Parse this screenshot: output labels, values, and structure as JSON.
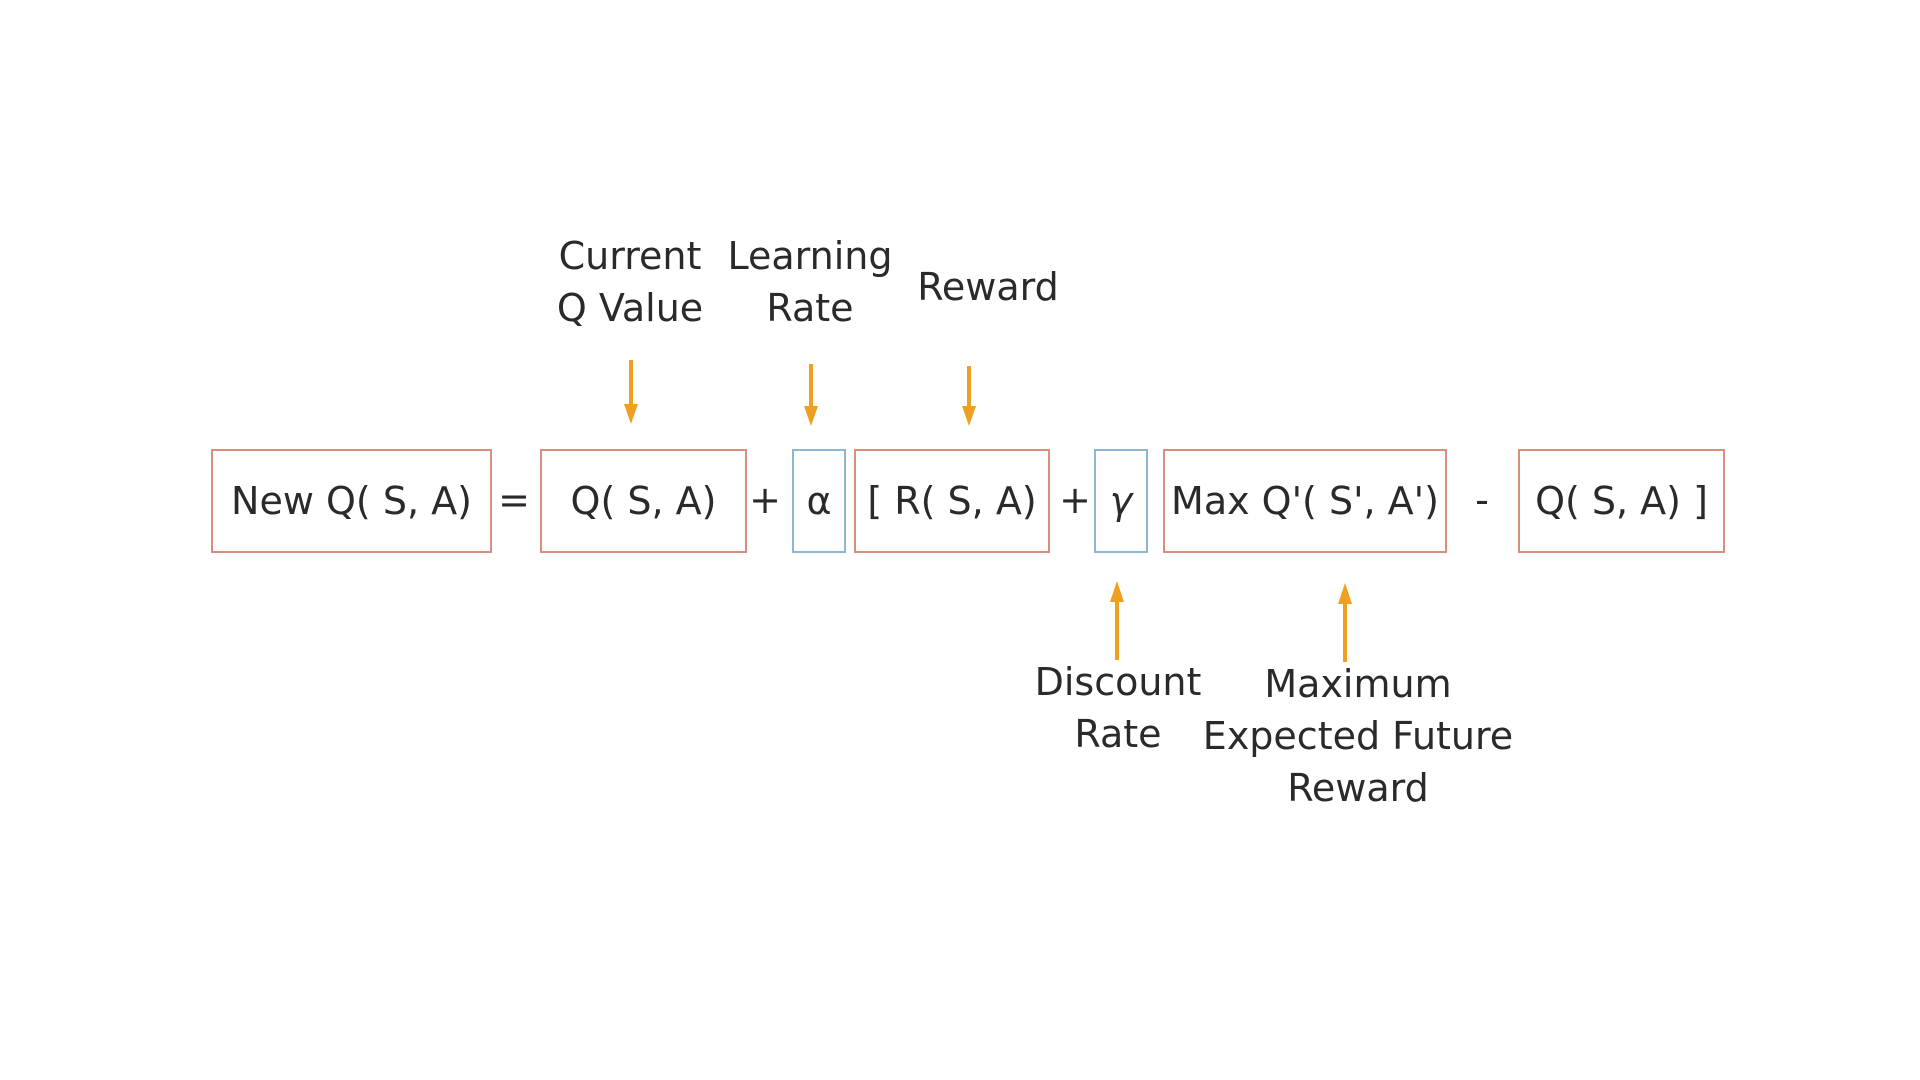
{
  "equation": {
    "new_q": "New Q( S, A)",
    "equals": "=",
    "current_q": "Q( S, A)",
    "plus1": "+",
    "alpha": "α",
    "reward_term": "[ R( S, A)",
    "plus2": "+",
    "gamma": "γ",
    "max_q": "Max Q'( S', A')",
    "minus": "-",
    "last_q": "Q( S, A) ]"
  },
  "labels": {
    "current_q": [
      "Current",
      "Q Value"
    ],
    "learning_rate": [
      "Learning",
      "Rate"
    ],
    "reward": "Reward",
    "discount_rate": [
      "Discount",
      "Rate"
    ],
    "max_future": [
      "Maximum",
      "Expected Future",
      "Reward"
    ]
  },
  "colors": {
    "term_border": "#d88f7e",
    "param_border": "#8db7d2",
    "arrow": "#f0a020",
    "text": "#2a2a2a"
  }
}
